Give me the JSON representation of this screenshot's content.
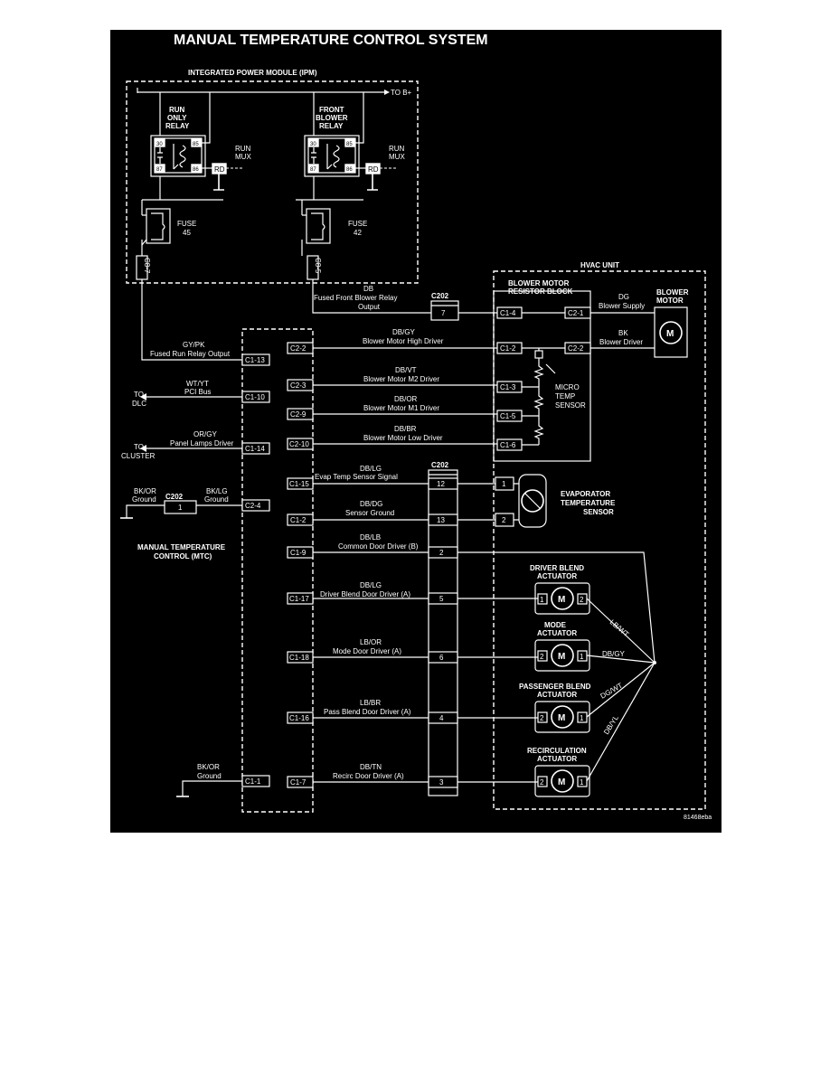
{
  "title": "MANUAL TEMPERATURE CONTROL SYSTEM",
  "figure_id": "81468eba",
  "ipm": {
    "title": "INTEGRATED POWER MODULE (IPM)",
    "to_b_plus": "TO B+",
    "run_relay_lines": [
      "RUN",
      "ONLY",
      "RELAY"
    ],
    "blower_relay_lines": [
      "FRONT",
      "BLOWER",
      "RELAY"
    ],
    "relay_pins": [
      "30",
      "85",
      "87",
      "86"
    ],
    "run_mux": [
      "RUN",
      "MUX"
    ],
    "rd": "RD",
    "fuse1": [
      "FUSE",
      "45"
    ],
    "fuse2": [
      "FUSE",
      "42"
    ],
    "conn1": "C8-7",
    "conn2": "C8-5"
  },
  "blower_feed": {
    "wire": "DB",
    "desc1": "Fused Front Blower Relay",
    "desc2": "Output",
    "conn": "C202",
    "pin": "7"
  },
  "hvac": {
    "title": "HVAC UNIT",
    "resistor_block": [
      "BLOWER MOTOR",
      "RESISTOR BLOCK"
    ],
    "blower_motor": [
      "BLOWER",
      "MOTOR"
    ],
    "motor_letter": "M",
    "res_pins": [
      "C1-4",
      "C1-2",
      "C1-3",
      "C1-5",
      "C1-6"
    ],
    "motor_pins": [
      "C2-1",
      "C2-2"
    ],
    "dg": "DG",
    "dg_desc": "Blower Supply",
    "bk": "BK",
    "bk_desc": "Blower Driver",
    "micro_temp": [
      "MICRO",
      "TEMP",
      "SENSOR"
    ],
    "evap_sensor": [
      "EVAPORATOR",
      "TEMPERATURE",
      "SENSOR"
    ],
    "evap_pins": [
      "1",
      "2"
    ],
    "driver_blend": [
      "DRIVER BLEND",
      "ACTUATOR"
    ],
    "mode": [
      "MODE",
      "ACTUATOR"
    ],
    "pass_blend": [
      "PASSENGER BLEND",
      "ACTUATOR"
    ],
    "recirc": [
      "RECIRCULATION",
      "ACTUATOR"
    ],
    "driver_pins": [
      "1",
      "2"
    ],
    "mode_pins": [
      "2",
      "1"
    ],
    "pass_pins": [
      "2",
      "1"
    ],
    "recirc_pins": [
      "2",
      "1"
    ],
    "diag_wires": [
      "LB/WT",
      "DB/GY",
      "DG/WT",
      "DB/YL"
    ]
  },
  "mtc": {
    "title": [
      "MANUAL TEMPERATURE",
      "CONTROL (MTC)"
    ],
    "c202": "C202",
    "left_pins": [
      "C1-13",
      "C1-10",
      "C1-14",
      "C2-4",
      "C1-1"
    ],
    "gypk": "GY/PK",
    "gypk_desc": "Fused Run Relay Output",
    "wtyt": "WT/YT",
    "wtyt_desc": "PCI Bus",
    "to_dlc": [
      "TO",
      "DLC"
    ],
    "orgy": "OR/GY",
    "orgy_desc": "Panel Lamps Driver",
    "to_cluster": [
      "TO",
      "CLUSTER"
    ],
    "bkor": "BK/OR",
    "ground": "Ground",
    "bklg": "BK/LG",
    "c202_pin1": "1",
    "bkor2": "BK/OR",
    "ground2": "Ground"
  },
  "circuits": [
    {
      "pin": "C2-2",
      "wire": "DB/GY",
      "desc": "Blower Motor High Driver"
    },
    {
      "pin": "C2-3",
      "wire": "DB/VT",
      "desc": "Blower Motor M2 Driver"
    },
    {
      "pin": "C2-9",
      "wire": "DB/OR",
      "desc": "Blower Motor M1 Driver"
    },
    {
      "pin": "C2-10",
      "wire": "DB/BR",
      "desc": "Blower Motor Low Driver"
    }
  ],
  "c202_circuits": [
    {
      "pin": "C1-15",
      "wire": "DB/LG",
      "desc": "Evap Temp Sensor Signal",
      "cpin": "12"
    },
    {
      "pin": "C1-2",
      "wire": "DB/DG",
      "desc": "Sensor Ground",
      "cpin": "13"
    },
    {
      "pin": "C1-9",
      "wire": "DB/LB",
      "desc": "Common Door Driver (B)",
      "cpin": "2"
    },
    {
      "pin": "C1-17",
      "wire": "DB/LG",
      "desc": "Driver Blend Door Driver (A)",
      "cpin": "5"
    },
    {
      "pin": "C1-18",
      "wire": "LB/OR",
      "desc": "Mode Door Driver (A)",
      "cpin": "6"
    },
    {
      "pin": "C1-16",
      "wire": "LB/BR",
      "desc": "Pass Blend Door Driver (A)",
      "cpin": "4"
    },
    {
      "pin": "C1-7",
      "wire": "DB/TN",
      "desc": "Recirc Door Driver (A)",
      "cpin": "3"
    }
  ],
  "c202_label": "C202"
}
